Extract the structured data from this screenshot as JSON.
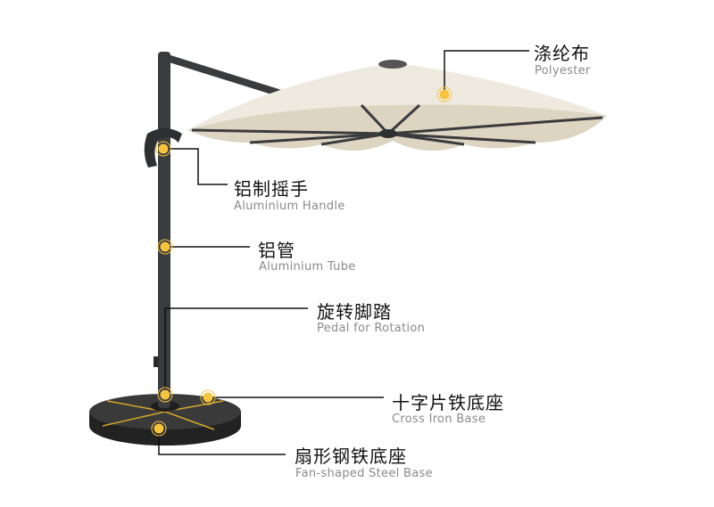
{
  "labels": [
    {
      "zh": "涤纶布",
      "en": "Polyester"
    },
    {
      "zh": "铝制摇手",
      "en": "Aluminium Handle"
    },
    {
      "zh": "铝管",
      "en": "Aluminium Tube"
    },
    {
      "zh": "旋转脚踏",
      "en": "Pedal for Rotation"
    },
    {
      "zh": "十字片铁底座",
      "en": "Cross Iron Base"
    },
    {
      "zh": "扇形钢铁底座",
      "en": "Fan-shaped Steel Base"
    }
  ],
  "colors": {
    "marker": "#f5c542",
    "pole": "#3a3b3d",
    "canopy": "#efeadf",
    "canopy_under": "#ddd5c2",
    "leader": "#111111"
  }
}
